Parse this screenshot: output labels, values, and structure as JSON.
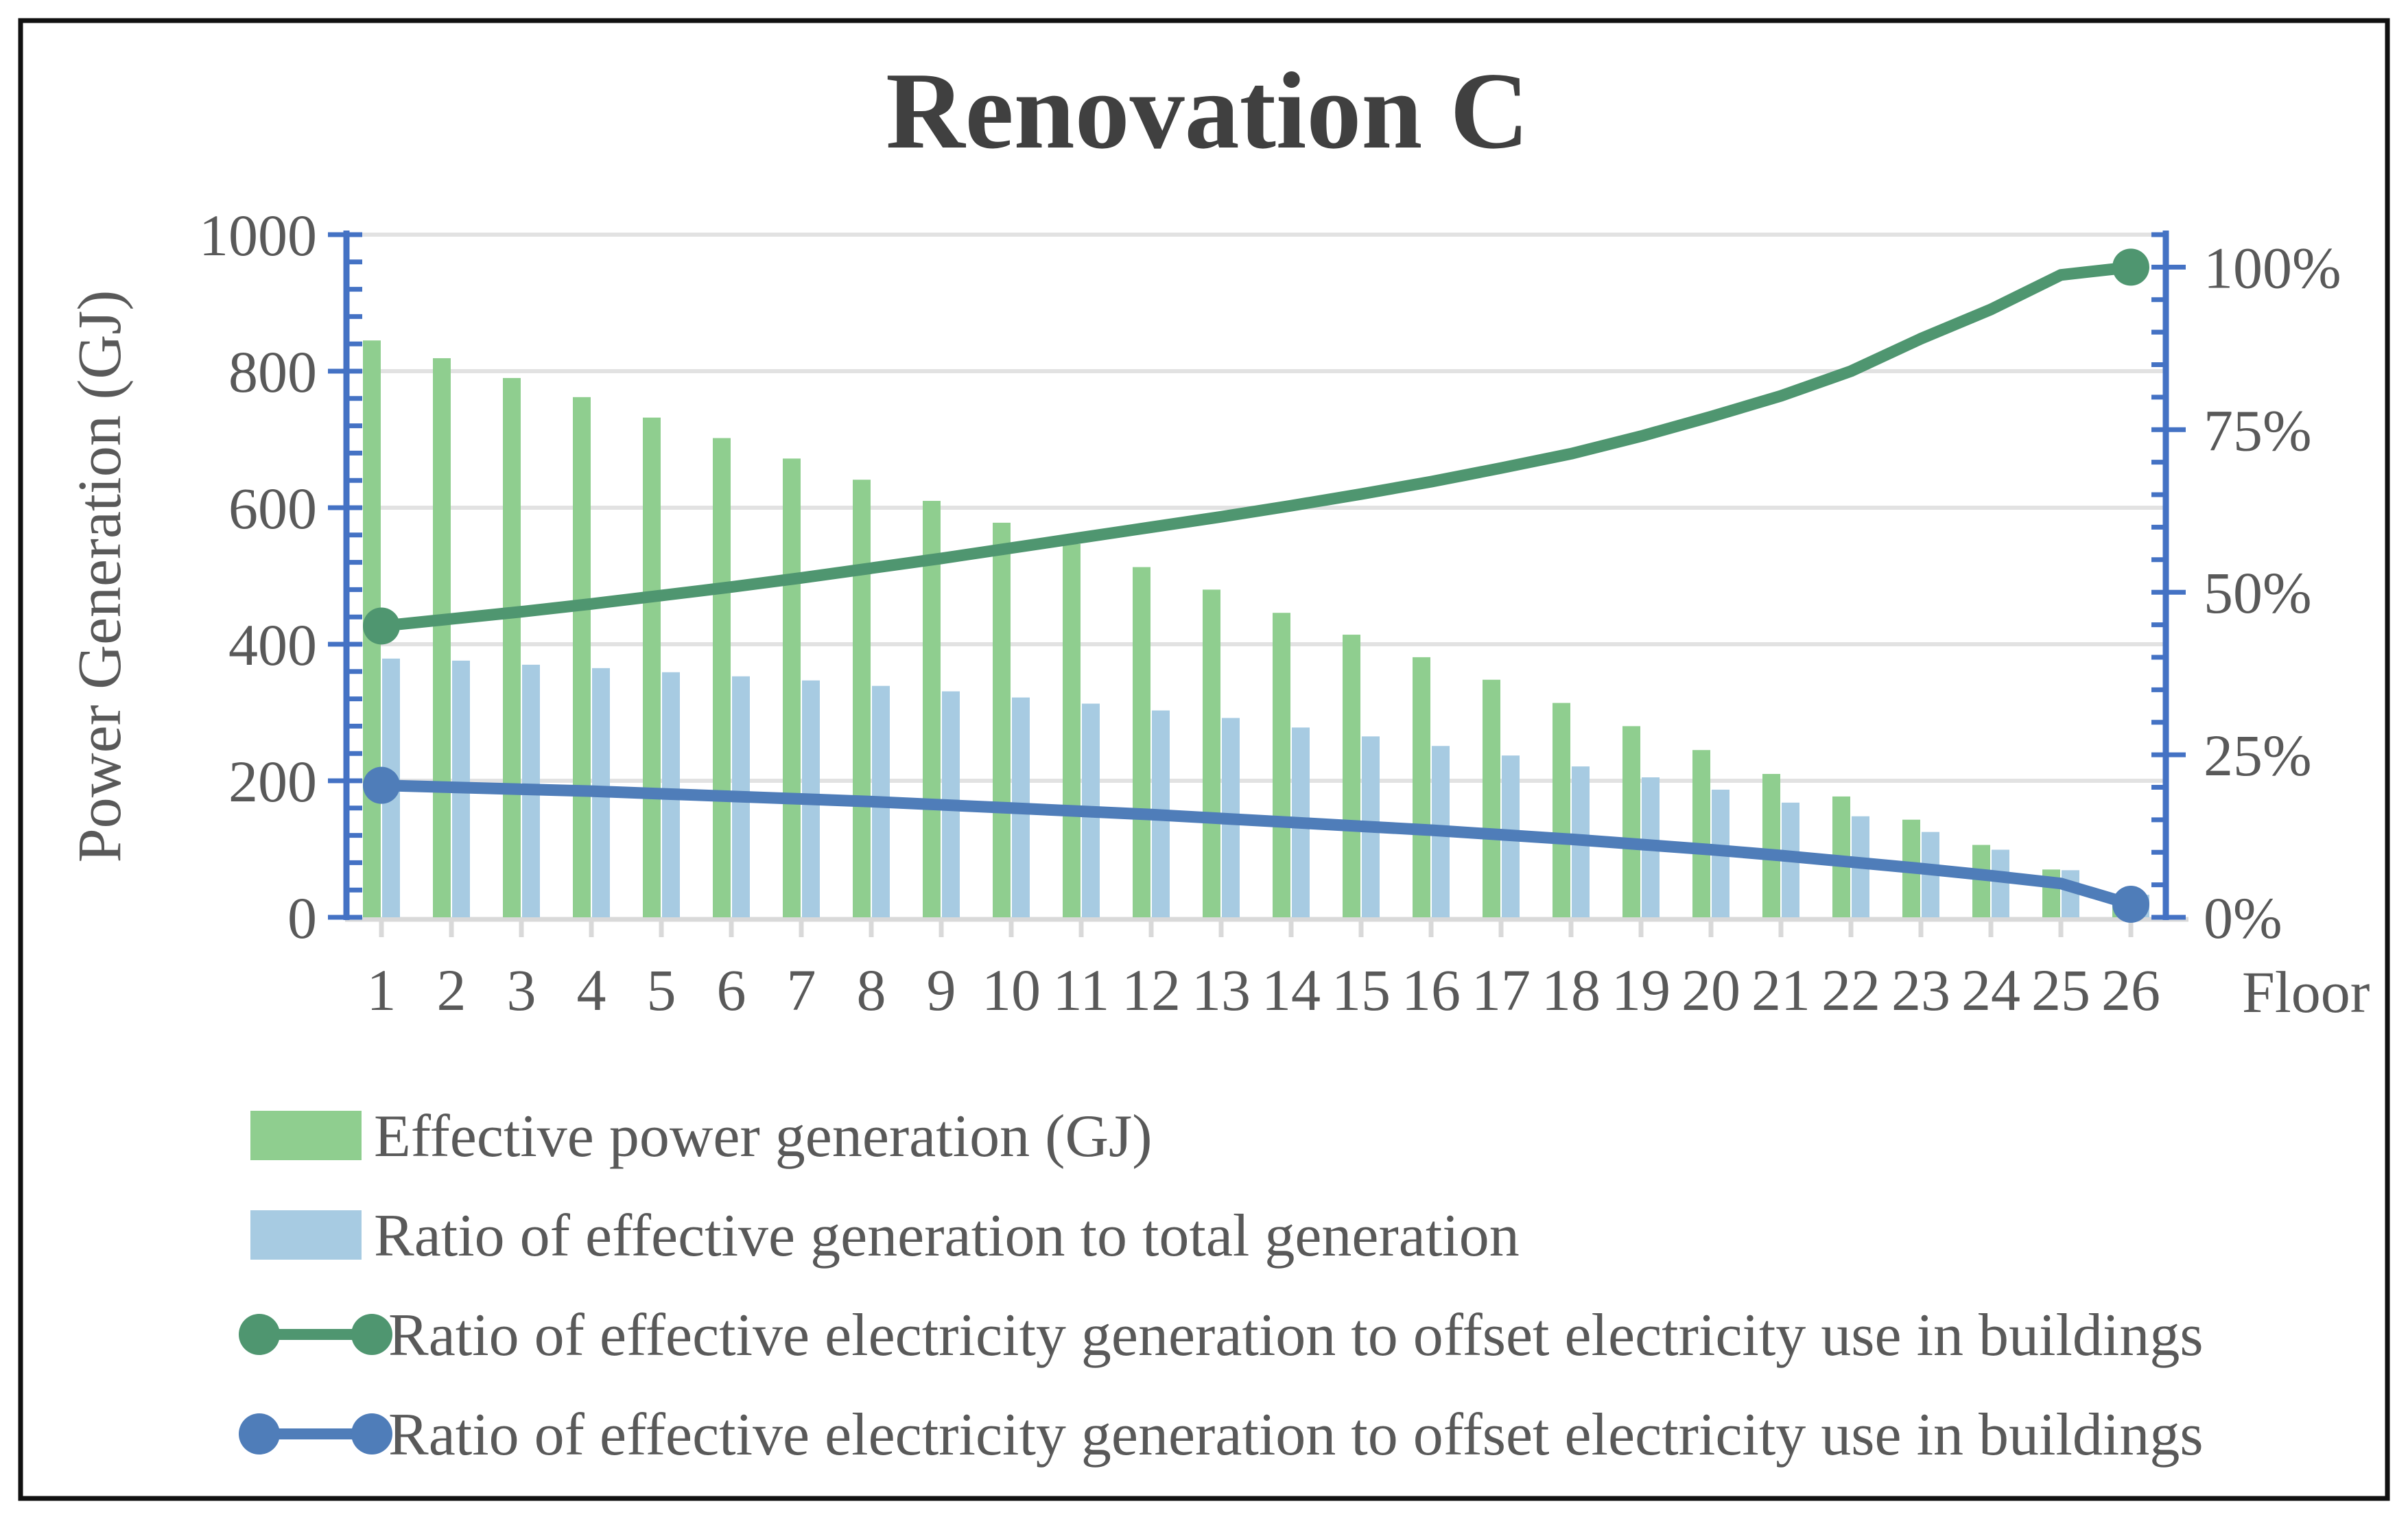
{
  "chart": {
    "title": "Renovation C",
    "x_axis_title": "Floor",
    "y_axis_title": "Power Generation (GJ)"
  },
  "colors": {
    "bar_green": "#8FCE8F",
    "bar_blue": "#A7CBE2",
    "line_green": "#4F9670",
    "line_blue": "#4F7DB9",
    "axis_blue": "#4472C4",
    "gridline": "#E2E2E2",
    "category_axis": "#D9D9D9",
    "text": "#595959",
    "title_text": "#404040",
    "border": "#111111"
  },
  "chart_data": {
    "type": "combo-bar-line",
    "title": "Renovation C",
    "x_axis": {
      "title": "Floor",
      "categories": [
        "1",
        "2",
        "3",
        "4",
        "5",
        "6",
        "7",
        "8",
        "9",
        "10",
        "11",
        "12",
        "13",
        "14",
        "15",
        "16",
        "17",
        "18",
        "19",
        "20",
        "21",
        "22",
        "23",
        "24",
        "25",
        "26"
      ]
    },
    "y_axis_left": {
      "title": "Power Generation (GJ)",
      "min": 0,
      "max": 1000,
      "major_unit": 200,
      "minor_unit": 40,
      "tick_labels": [
        "0",
        "200",
        "400",
        "600",
        "800",
        "1000"
      ],
      "tick_values": [
        0,
        200,
        400,
        600,
        800,
        1000
      ]
    },
    "y_axis_right": {
      "min_pct": 0,
      "max_pct": 105,
      "major_unit_pct": 25,
      "minor_unit_pct": 5,
      "tick_labels": [
        "0%",
        "25%",
        "50%",
        "75%",
        "100%"
      ],
      "tick_values_pct": [
        0,
        25,
        50,
        75,
        100
      ]
    },
    "grid": "horizontal-only",
    "legend_position": "bottom-left",
    "series": [
      {
        "name": "Effective power generation (GJ)",
        "type": "bar",
        "axis": "left",
        "color": "#8FCE8F",
        "values_gj": [
          845,
          819,
          790,
          762,
          732,
          702,
          672,
          641,
          610,
          578,
          547,
          513,
          480,
          446,
          414,
          381,
          348,
          314,
          280,
          245,
          210,
          177,
          143,
          106,
          70,
          34
        ]
      },
      {
        "name": "Ratio of effective generation to total generation",
        "type": "bar",
        "axis": "left",
        "color": "#A7CBE2",
        "values_gj": [
          379,
          376,
          370,
          365,
          359,
          353,
          347,
          339,
          331,
          322,
          313,
          303,
          292,
          278,
          265,
          251,
          237,
          221,
          205,
          187,
          168,
          148,
          125,
          99,
          69,
          33
        ]
      },
      {
        "name": "Ratio of effective electricity generation to offset electricity use in buildings",
        "type": "line",
        "axis": "right",
        "color": "#4F9670",
        "marker": "circle-at-endpoints",
        "values_pct": [
          44.8,
          45.9,
          47.0,
          48.2,
          49.5,
          50.8,
          52.2,
          53.7,
          55.2,
          56.8,
          58.4,
          60.0,
          61.6,
          63.3,
          65.1,
          67.0,
          69.1,
          71.3,
          74.0,
          77.0,
          80.2,
          84.0,
          89.0,
          93.5,
          98.8,
          100.0
        ]
      },
      {
        "name": "Ratio of effective electricity generation to offset electricity use in buildings",
        "type": "line",
        "axis": "right",
        "color": "#4F7DB9",
        "marker": "circle-at-endpoints",
        "values_pct": [
          20.3,
          20.0,
          19.7,
          19.4,
          19.0,
          18.6,
          18.2,
          17.8,
          17.3,
          16.8,
          16.3,
          15.8,
          15.2,
          14.6,
          14.0,
          13.4,
          12.7,
          12.0,
          11.2,
          10.4,
          9.5,
          8.5,
          7.5,
          6.4,
          5.2,
          2.0
        ]
      }
    ]
  }
}
